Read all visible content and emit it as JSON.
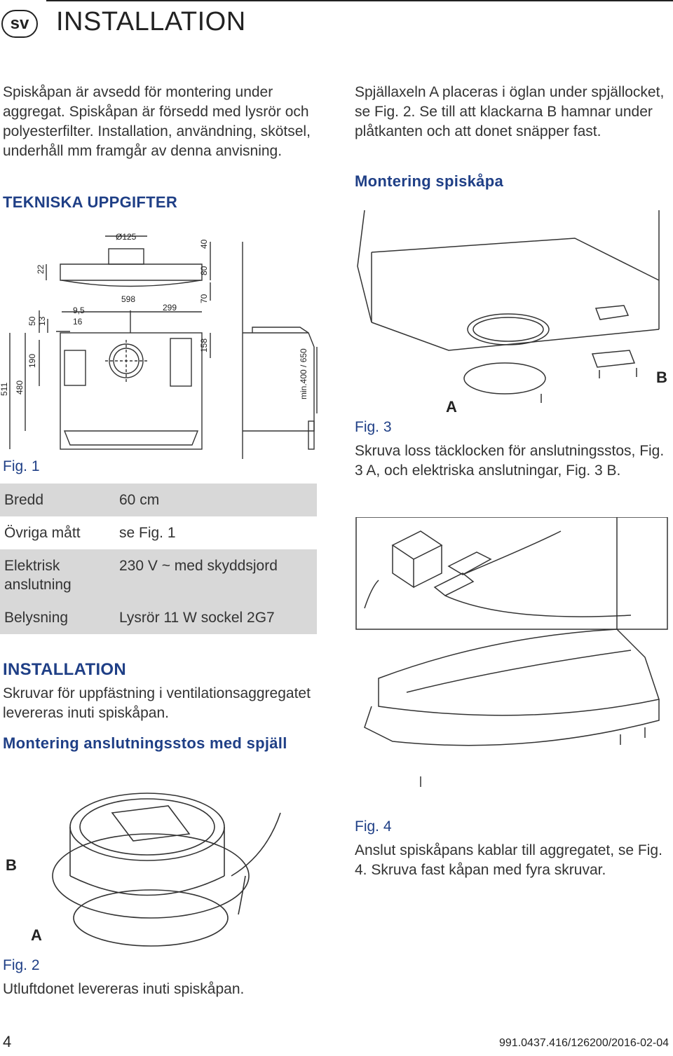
{
  "header": {
    "lang_badge": "sv",
    "title": "INSTALLATION"
  },
  "left": {
    "intro": "Spiskåpan är avsedd för montering under aggregat. Spiskåpan är försedd med lysrör och polyesterfilter. Installation, användning, skötsel, underhåll mm framgår av denna anvisning.",
    "tech_heading": "TEKNISKA UPPGIFTER",
    "fig1_caption": "Fig. 1",
    "specs": [
      {
        "label": "Bredd",
        "value": "60 cm"
      },
      {
        "label": "Övriga mått",
        "value": "se Fig. 1"
      },
      {
        "label": "Elektrisk anslutning",
        "value": "230 V ~ med skyddsjord"
      },
      {
        "label": "Belysning",
        "value": "Lysrör 11 W sockel 2G7"
      }
    ],
    "install_heading": "INSTALLATION",
    "install_text": "Skruvar för uppfästning i ventilationsaggregatet levereras inuti spiskåpan.",
    "duct_heading": "Montering anslutningsstos med spjäll",
    "fig2_caption": "Fig. 2",
    "fig2_text": "Utluftdonet levereras inuti spiskåpan."
  },
  "right": {
    "damper_text": "Spjällaxeln A placeras i öglan under spjällocket, se Fig. 2. Se till att klackarna B hamnar under plåtkanten och att donet snäpper fast.",
    "mount_heading": "Montering spiskåpa",
    "fig3_caption": "Fig. 3",
    "fig3_text": "Skruva loss täcklocken för anslutningsstos, Fig. 3 A, och elektriska anslutningar, Fig. 3 B.",
    "fig4_caption": "Fig. 4",
    "fig4_text": "Anslut spiskåpans kablar till aggregatet, se Fig. 4. Skruva fast kåpan med fyra skruvar."
  },
  "fig1_dims": {
    "d_duct": "Ø125",
    "h40": "40",
    "h22": "22",
    "h80": "80",
    "w598": "598",
    "w299": "299",
    "h70": "70",
    "d9_5": "9,5",
    "d16": "16",
    "h50": "50",
    "h13": "13",
    "h190": "190",
    "h158": "158",
    "h511": "511",
    "h480": "480",
    "side_min": "min.400 / 650"
  },
  "diagram_labels": {
    "fig3_a": "A",
    "fig3_b": "B",
    "fig2_a": "A",
    "fig2_b": "B"
  },
  "footer": {
    "page": "4",
    "code": "991.0437.416/126200/2016-02-04"
  }
}
